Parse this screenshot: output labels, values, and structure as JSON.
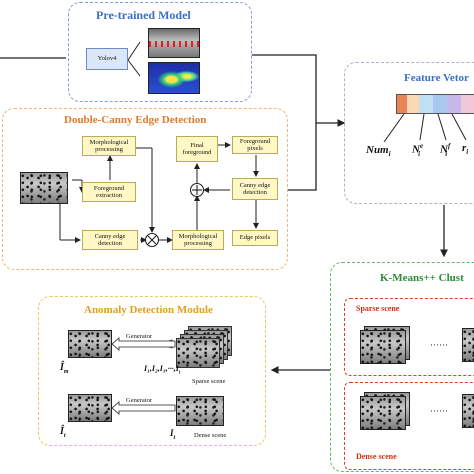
{
  "pretrained": {
    "title": "Pre-trained Model",
    "model": "Yolov4"
  },
  "canny": {
    "title": "Double-Canny Edge Detection",
    "morph1": "Morphological processing",
    "fg_extract": "Foreground extraction",
    "canny1": "Canny edge detection",
    "final_fg": "Final foreground",
    "morph2": "Morphological processing",
    "fg_pixels": "Foreground pixels",
    "canny2": "Canny edge detection",
    "edge_pixels": "Edge pixels",
    "op_plus": "⊕",
    "op_times": "⊗"
  },
  "feature": {
    "title": "Feature Vetor",
    "num": "Num",
    "num_sub": "i",
    "ne": "N",
    "ne_sup": "e",
    "ne_sub": "i",
    "nf": "N",
    "nf_sup": "f",
    "nf_sub": "i",
    "r": "r",
    "r_sub": "i"
  },
  "kmeans": {
    "title": "K-Means++ Clust",
    "sparse": "Sparse scene",
    "dense": "Dense scene",
    "dots": "······"
  },
  "anomaly": {
    "title": "Anomaly Detection Module",
    "gen1": "Generator",
    "gen2": "Generator",
    "seq1": "I₁,I₂,I₃,···,I",
    "seq1_end": "t",
    "in1": "Î",
    "in1_sub": "m",
    "sparse_lbl": "Sparse scene",
    "in2": "Î",
    "in2_sub": "t",
    "seq2": "I",
    "seq2_sub": "t",
    "dense_lbl": "Dense scene"
  },
  "colors": {
    "blue": "#7f9fd6",
    "orange": "#f2b47a",
    "green": "#62b96a",
    "yellow": "#e8c95a",
    "red": "#e0401a",
    "title_blue": "#3b6fc6",
    "title_orange": "#e07a28",
    "title_yellow": "#e0a020"
  }
}
